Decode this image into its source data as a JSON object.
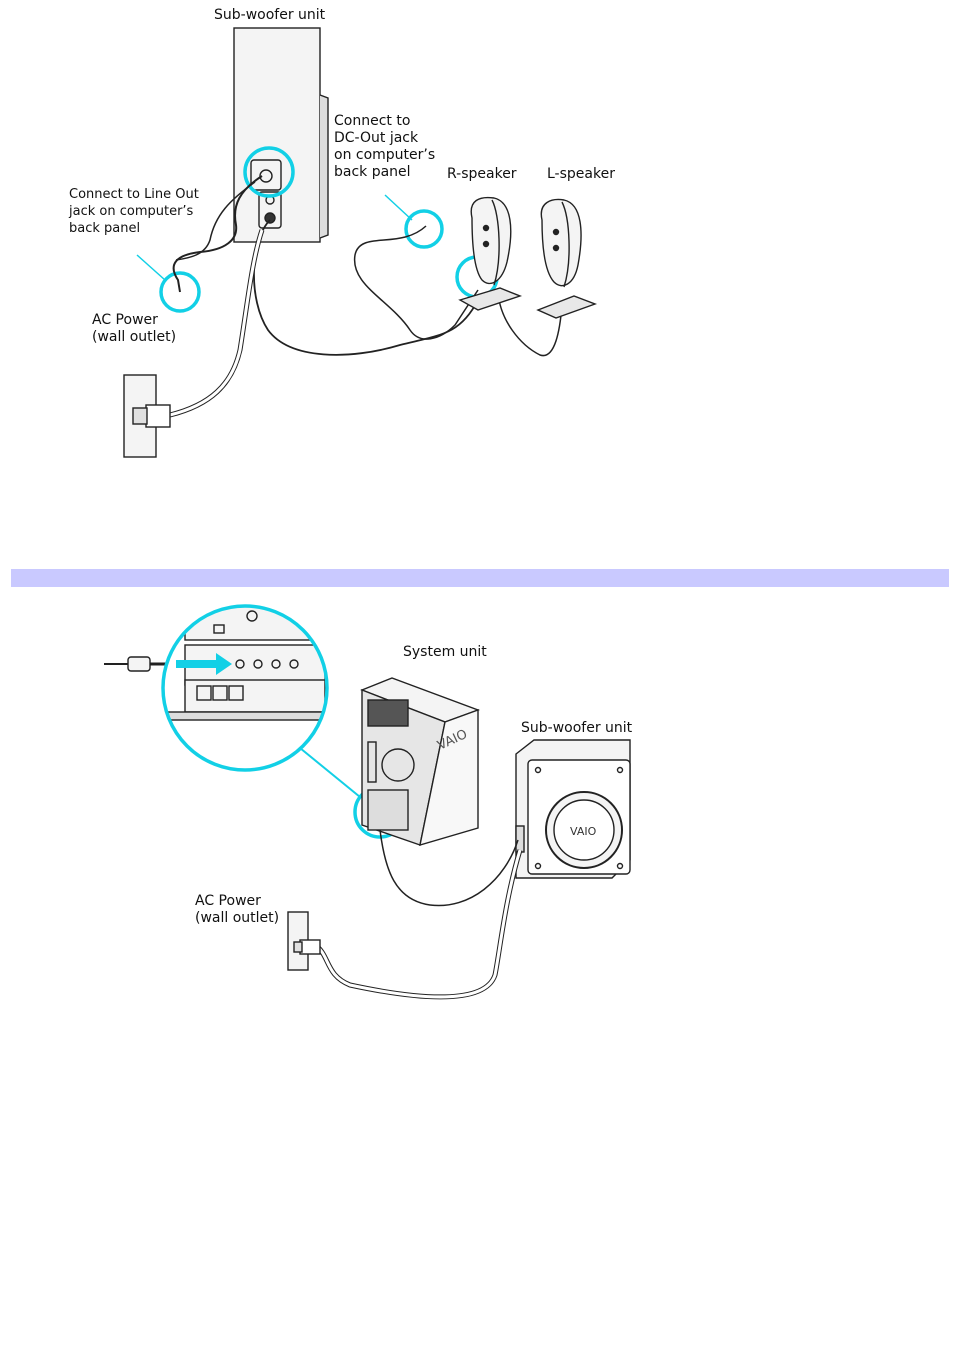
{
  "colors": {
    "highlight": "#12d0e6",
    "divider": "#c9c9ff",
    "line": "#222222",
    "device_fill": "#f4f4f4"
  },
  "diagram1": {
    "subwoofer_label": "Sub-woofer unit",
    "dc_out_label": "Connect to\nDC-Out jack\non computer’s\nback panel",
    "r_speaker_label": "R-speaker",
    "l_speaker_label": "L-speaker",
    "line_out_label": "Connect to Line Out\njack on computer’s\nback panel",
    "ac_power_label": "AC Power\n(wall outlet)"
  },
  "diagram2": {
    "system_unit_label": "System unit",
    "subwoofer_label": "Sub-woofer unit",
    "ac_power_label": "AC Power\n(wall outlet)",
    "brand_logo": "VAIO"
  }
}
